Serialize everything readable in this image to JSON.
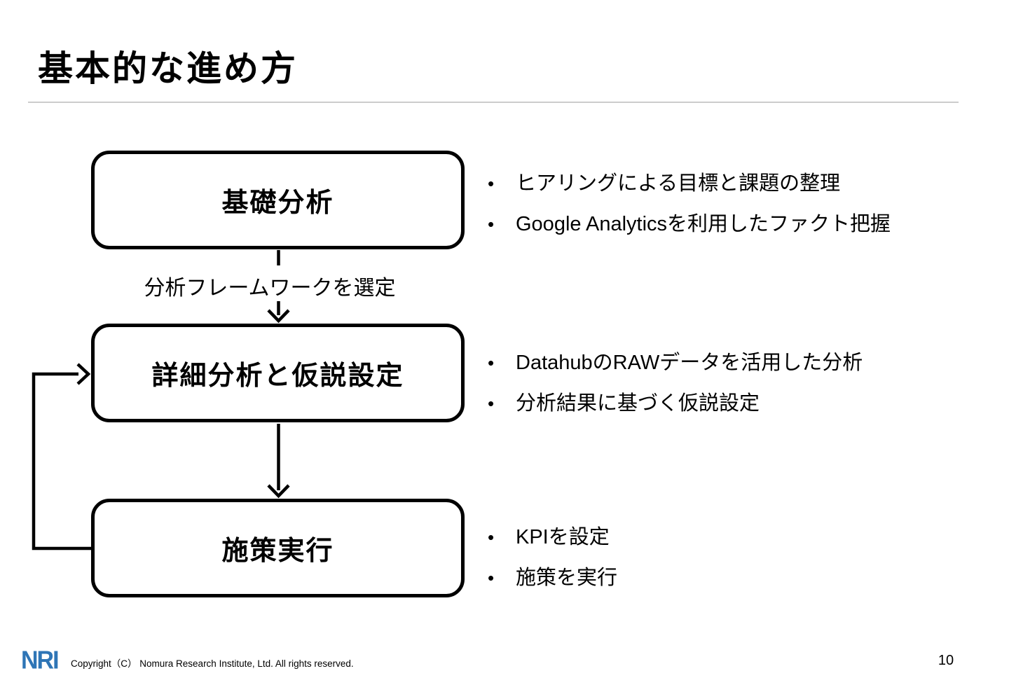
{
  "slide": {
    "title": "基本的な進め方",
    "page_number": "10",
    "footer": {
      "logo_text": "NRI",
      "copyright": "Copyright（C） Nomura Research Institute, Ltd. All rights reserved."
    },
    "flow": {
      "connector_label": "分析フレームワークを選定",
      "steps": [
        {
          "label": "基礎分析",
          "bullets": [
            "ヒアリングによる目標と課題の整理",
            "Google Analyticsを利用したファクト把握"
          ]
        },
        {
          "label": "詳細分析と仮説設定",
          "bullets": [
            "DatahubのRAWデータを活用した分析",
            "分析結果に基づく仮説設定"
          ]
        },
        {
          "label": "施策実行",
          "bullets": [
            "KPIを設定",
            "施策を実行"
          ]
        }
      ]
    },
    "bullet_char": "•",
    "colors": {
      "logo_blue": "#2e75b6",
      "divider_gray": "#cccccc",
      "text_black": "#000000",
      "background": "#ffffff"
    }
  }
}
